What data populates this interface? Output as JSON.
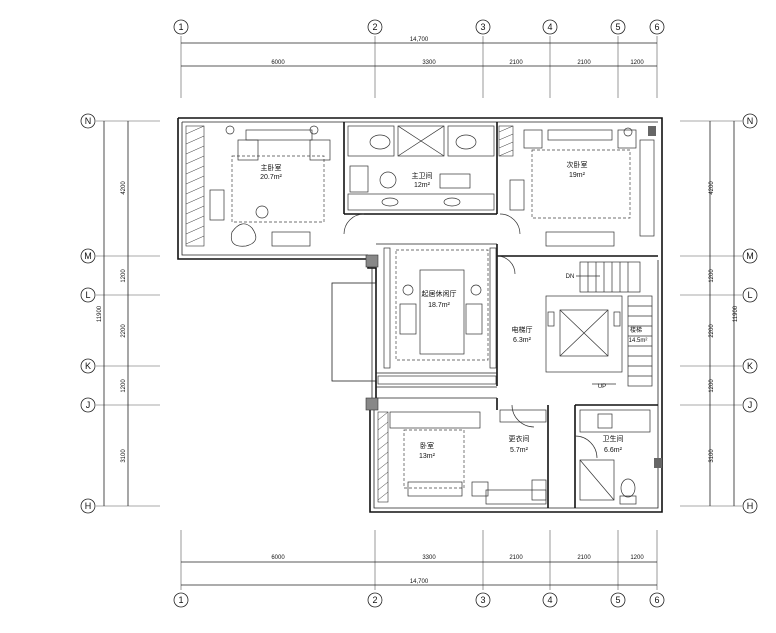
{
  "axes": {
    "columns": [
      "1",
      "2",
      "3",
      "4",
      "5",
      "6"
    ],
    "rows": [
      "N",
      "M",
      "L",
      "K",
      "J",
      "H"
    ]
  },
  "dimensions": {
    "top_total": "14,700",
    "top_segments": [
      "6000",
      "3300",
      "2100",
      "2100",
      "1200"
    ],
    "bottom_total": "14,700",
    "bottom_segments": [
      "6000",
      "3300",
      "2100",
      "2100",
      "1200"
    ],
    "left_segments": [
      "4200",
      "1200",
      "2200",
      "1200",
      "3100"
    ],
    "left_total": "11900",
    "right_segments": [
      "4200",
      "1200",
      "2200",
      "1200",
      "3100"
    ],
    "right_total": "11900"
  },
  "rooms": {
    "master_bedroom": {
      "name": "主卧室",
      "area": "20.7m²"
    },
    "master_bath": {
      "name": "主卫间",
      "area": "12m²"
    },
    "second_bedroom": {
      "name": "次卧室",
      "area": "19m²"
    },
    "lounge": {
      "name": "起居休闲厅",
      "area": "18.7m²"
    },
    "hall": {
      "name": "电梯厅",
      "area": "6.3m²"
    },
    "stair": {
      "name": "楼梯",
      "area": "14.5m²"
    },
    "bedroom": {
      "name": "卧室",
      "area": "13m²"
    },
    "closet": {
      "name": "更衣间",
      "area": "5.7m²"
    },
    "bath2": {
      "name": "卫生间",
      "area": "6.6m²"
    }
  },
  "annotations": {
    "stair_dn": "DN",
    "stair_up": "UP"
  }
}
